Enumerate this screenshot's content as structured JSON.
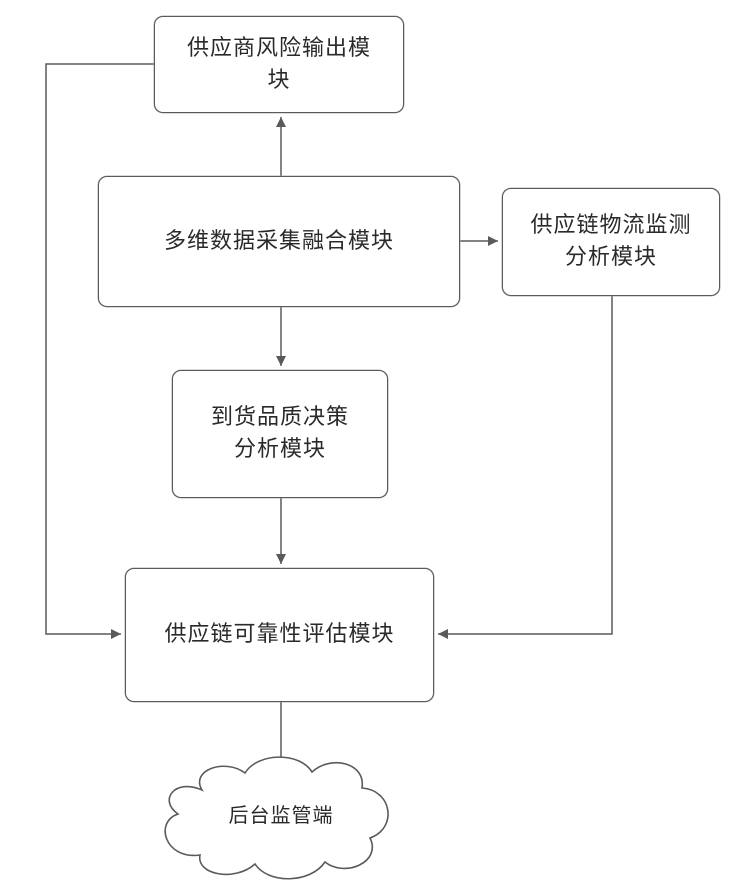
{
  "diagram": {
    "nodes": {
      "risk_output": {
        "line1": "供应商风险输出模",
        "line2": "块"
      },
      "data_fusion": {
        "label": "多维数据采集融合模块"
      },
      "logistics_monitor": {
        "line1": "供应链物流监测",
        "line2": "分析模块"
      },
      "quality_decision": {
        "line1": "到货品质决策",
        "line2": "分析模块"
      },
      "reliability_eval": {
        "label": "供应链可靠性评估模块"
      },
      "backend": {
        "label": "后台监管端"
      }
    },
    "edges": [
      {
        "from": "data_fusion",
        "to": "risk_output"
      },
      {
        "from": "data_fusion",
        "to": "logistics_monitor"
      },
      {
        "from": "data_fusion",
        "to": "quality_decision"
      },
      {
        "from": "quality_decision",
        "to": "reliability_eval"
      },
      {
        "from": "risk_output",
        "to": "reliability_eval"
      },
      {
        "from": "logistics_monitor",
        "to": "reliability_eval"
      },
      {
        "from": "reliability_eval",
        "to": "backend"
      }
    ],
    "colors": {
      "line": "#5a5a5a",
      "border": "#5a5a5a",
      "text": "#2a2a2a"
    }
  }
}
